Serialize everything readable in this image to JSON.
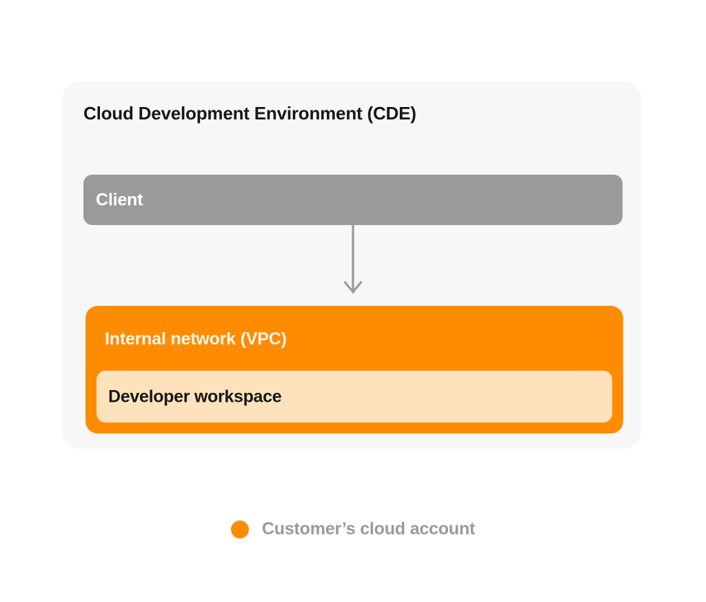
{
  "diagram": {
    "title": "Cloud Development Environment (CDE)",
    "nodes": {
      "client": {
        "label": "Client",
        "color": "#9a9a9a",
        "text_color": "#ffffff"
      },
      "vpc": {
        "label": "Internal network (VPC)",
        "color": "#ff8c00",
        "text_color": "#fff6e9"
      },
      "workspace": {
        "label": "Developer workspace",
        "color": "#fde2bb",
        "text_color": "#15171a"
      }
    },
    "connector": {
      "icon": "down-arrow-icon",
      "from": "client",
      "to": "vpc",
      "color": "#9a9a9a"
    },
    "card": {
      "background": "#f7f7f7"
    },
    "legend": {
      "items": [
        {
          "label": "Customer’s cloud account",
          "color": "#ff8c00",
          "text_color": "#9a9a9a",
          "marker": "dot-icon"
        }
      ]
    }
  }
}
